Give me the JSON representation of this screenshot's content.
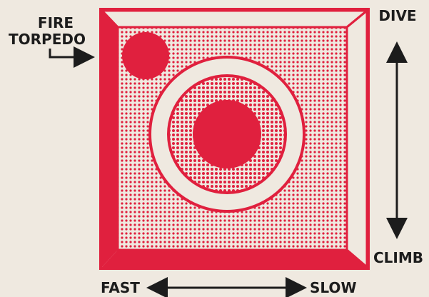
{
  "labels": {
    "fire_line1": "FIRE",
    "fire_line2": "TORPEDO",
    "dive": "DIVE",
    "climb": "CLIMB",
    "fast": "FAST",
    "slow": "SLOW"
  },
  "colors": {
    "accent": "#e0203e",
    "paper": "#efe9e0",
    "ink": "#1c1c1c"
  }
}
